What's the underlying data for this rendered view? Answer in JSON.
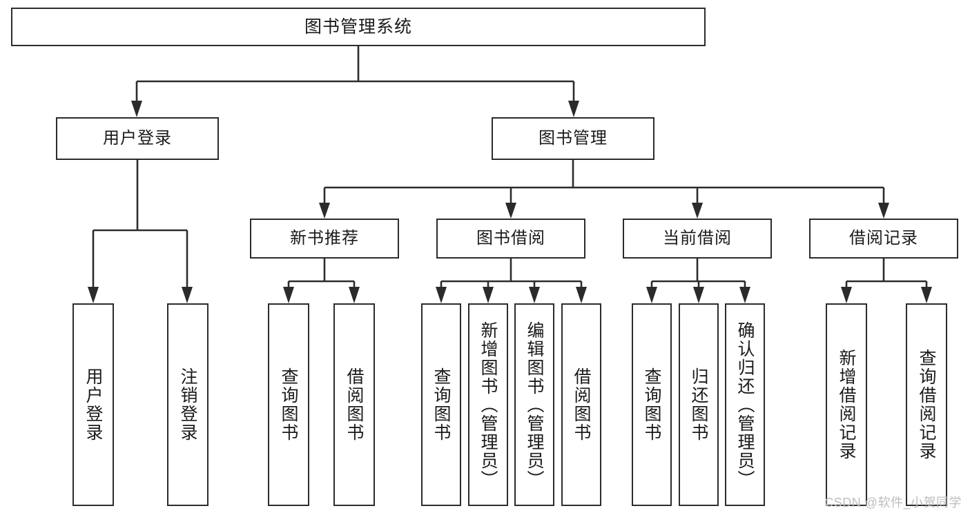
{
  "diagram": {
    "title": "图书管理系统",
    "type": "tree",
    "root": {
      "label": "图书管理系统"
    },
    "level2": [
      {
        "label": "用户登录"
      },
      {
        "label": "图书管理"
      }
    ],
    "level3": [
      {
        "label": "新书推荐"
      },
      {
        "label": "图书借阅"
      },
      {
        "label": "当前借阅"
      },
      {
        "label": "借阅记录"
      }
    ],
    "leaves": {
      "user_login": [
        {
          "label": "用户登录"
        },
        {
          "label": "注销登录"
        }
      ],
      "new_book_recommend": [
        {
          "label": "查询图书"
        },
        {
          "label": "借阅图书"
        }
      ],
      "book_borrow": [
        {
          "label": "查询图书"
        },
        {
          "label": "新增图书（管理员）"
        },
        {
          "label": "编辑图书（管理员）"
        },
        {
          "label": "借阅图书"
        }
      ],
      "current_borrow": [
        {
          "label": "查询图书"
        },
        {
          "label": "归还图书"
        },
        {
          "label": "确认归还（管理员）"
        }
      ],
      "borrow_record": [
        {
          "label": "新增借阅记录"
        },
        {
          "label": "查询借阅记录"
        }
      ]
    }
  },
  "watermark": {
    "text": "CSDN @软件_小贺同学"
  },
  "colors": {
    "stroke": "#2b2b2b",
    "text": "#1a1a1a",
    "background": "#ffffff",
    "watermark": "#bdbdbd"
  }
}
